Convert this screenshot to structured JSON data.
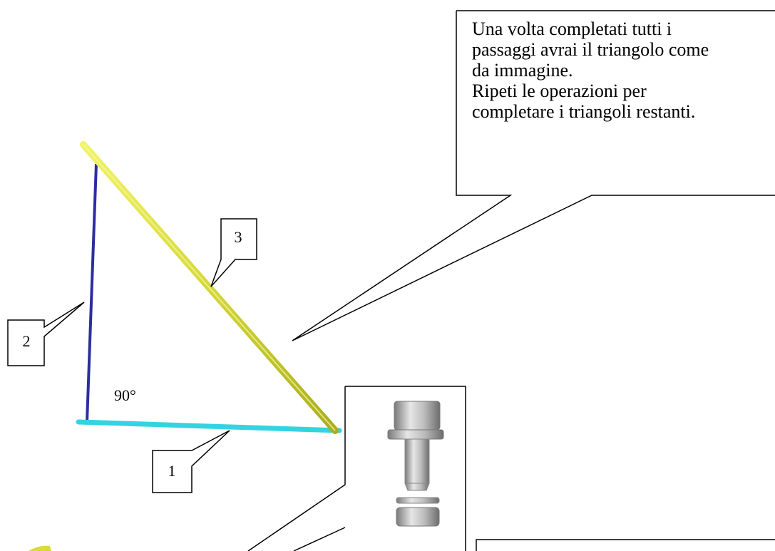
{
  "note": {
    "text": "Una volta completati tutti i\npassaggi avrai il triangolo come\nda immagine.\nRipeti le operazioni per\ncompletare i triangoli restanti."
  },
  "labels": {
    "part_1": "1",
    "part_2": "2",
    "part_3": "3",
    "angle": "90°"
  },
  "parts": {
    "part_1_color": "#33d4e0",
    "part_2_color": "#2c2e9e",
    "part_3_color": "#d8dc3a"
  },
  "hardware": {
    "icon": "bolt-washer-nut-icon"
  }
}
